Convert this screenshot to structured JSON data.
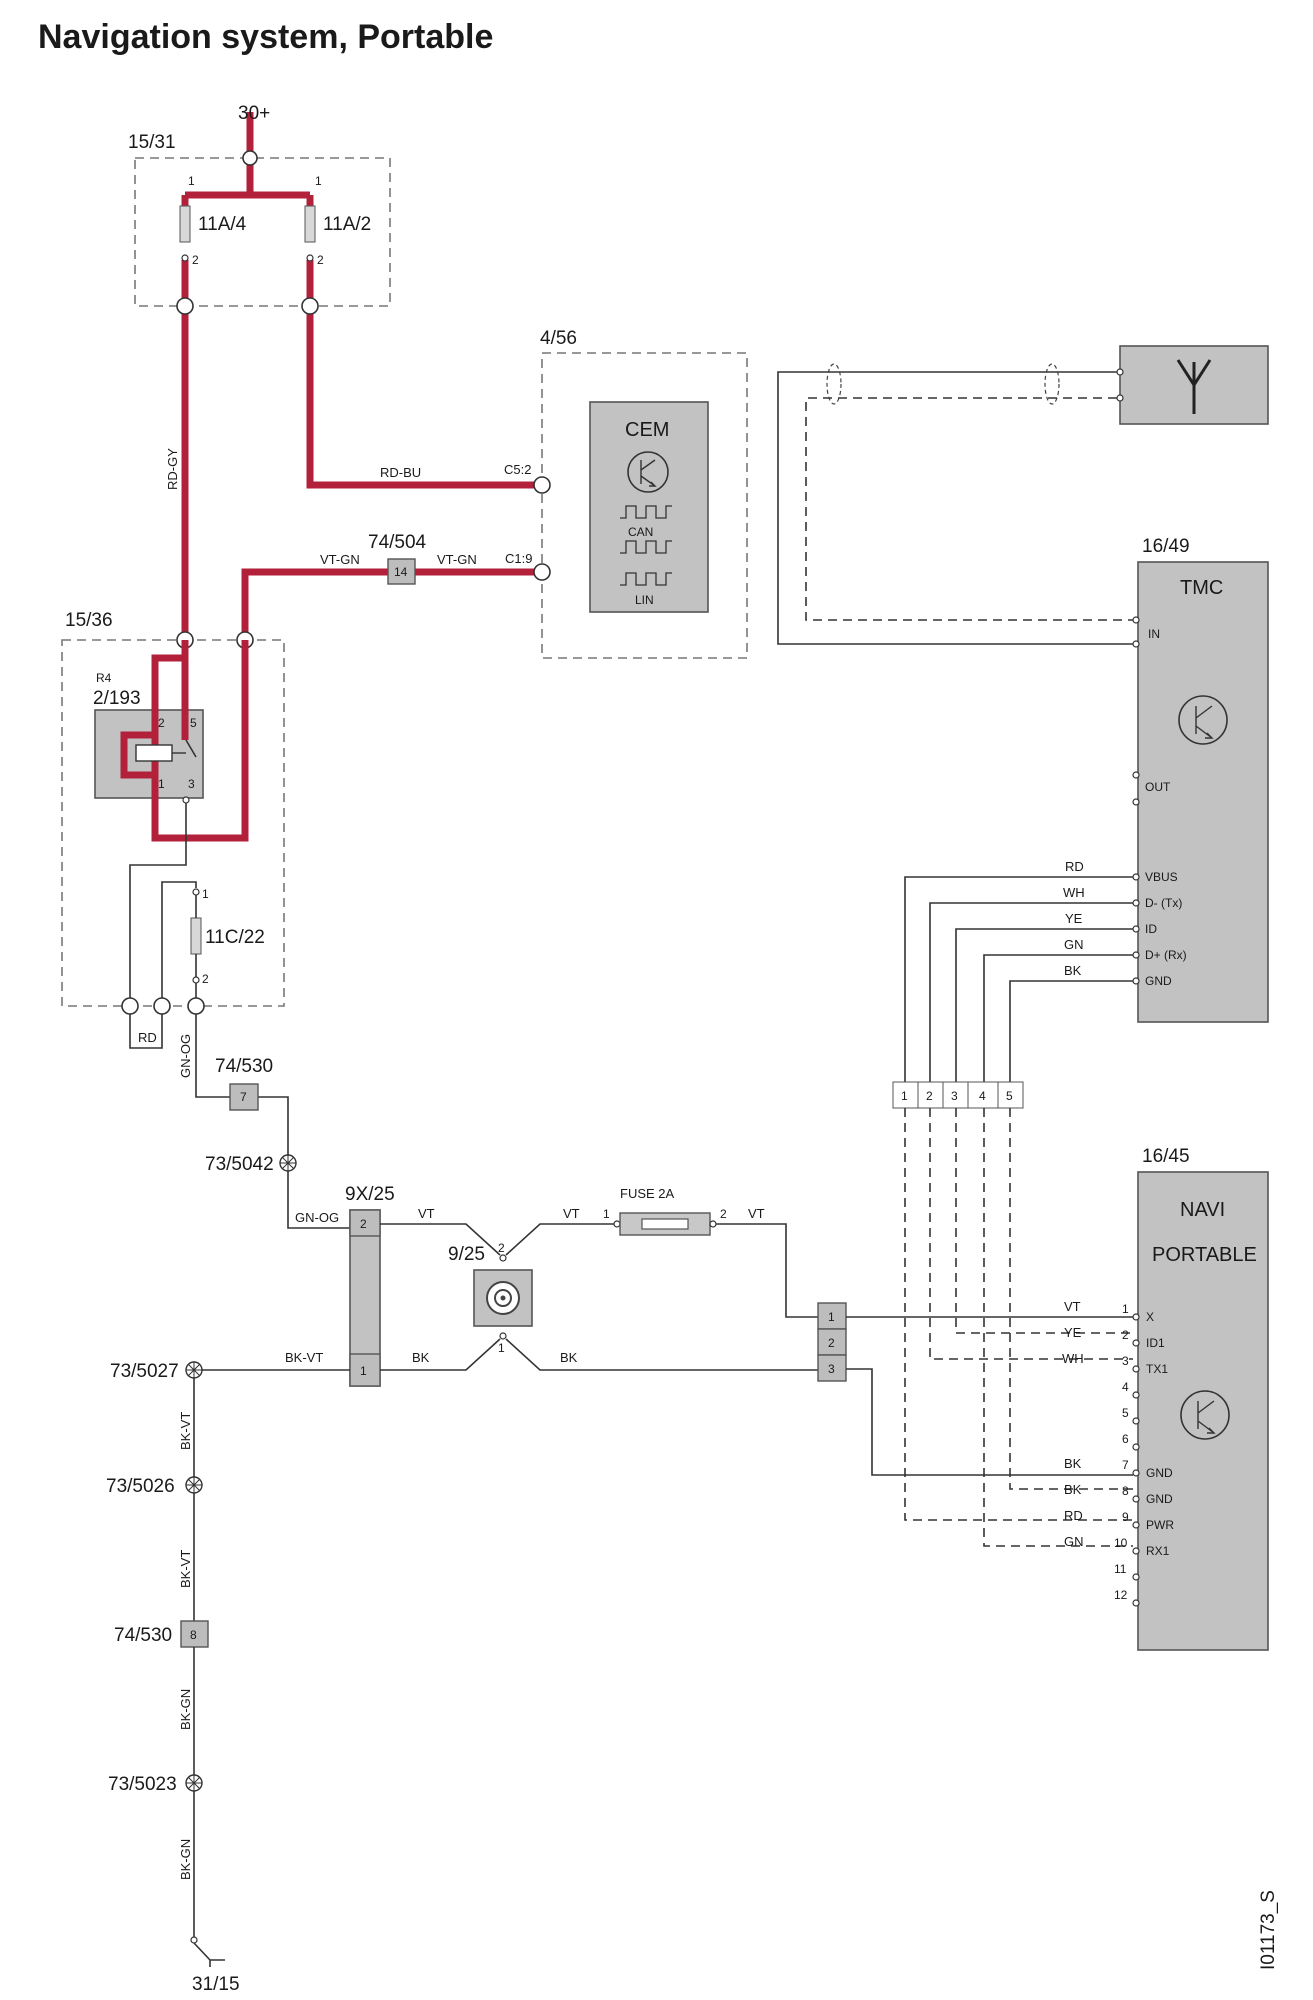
{
  "title": "Navigation system, Portable",
  "image_id": "I01173_S",
  "components": {
    "supply": "30+",
    "fuse_box_1": "15/31",
    "fuse_a": "11A/4",
    "fuse_b": "11A/2",
    "relay_box": "15/36",
    "relay_name": "R4",
    "relay_id": "2/193",
    "fuse_c": "11C/22",
    "cem_module": "4/56",
    "cem_label": "CEM",
    "cem_can": "CAN",
    "cem_lin": "LIN",
    "cem_pin_c5": "C5:2",
    "cem_pin_c1": "C1:9",
    "splice_504": "74/504",
    "splice_504_pin": "14",
    "tmc_module": "16/49",
    "tmc_label": "TMC",
    "navi_module": "16/45",
    "navi_label_1": "NAVI",
    "navi_label_2": "PORTABLE",
    "conn_530_top": "74/530",
    "conn_530_top_pin": "7",
    "gnd_5042": "73/5042",
    "conn_9x25": "9X/25",
    "conn_925": "9/25",
    "fuse_2a": "FUSE 2A",
    "gnd_5027": "73/5027",
    "gnd_5026": "73/5026",
    "conn_530_bot": "74/530",
    "conn_530_bot_pin": "8",
    "gnd_5023": "73/5023",
    "ground": "31/15"
  },
  "wire_colors": {
    "rd_gy": "RD-GY",
    "rd_bu": "RD-BU",
    "vt_gn": "VT-GN",
    "rd": "RD",
    "gn_og": "GN-OG",
    "vt": "VT",
    "bk_vt": "BK-VT",
    "bk": "BK",
    "bk_gn": "BK-GN",
    "wh": "WH",
    "ye": "YE",
    "gn": "GN"
  },
  "pin_numbers": {
    "p1": "1",
    "p2": "2",
    "p3": "3",
    "p4": "4",
    "p5": "5",
    "p6": "6",
    "p7": "7",
    "p8": "8",
    "p9": "9",
    "p10": "10",
    "p11": "11",
    "p12": "12"
  },
  "tmc_pins": {
    "in": "IN",
    "out": "OUT",
    "vbus": "VBUS",
    "dminus": "D- (Tx)",
    "id": "ID",
    "dplus": "D+ (Rx)",
    "gnd": "GND"
  },
  "navi_pins": {
    "x": "X",
    "id1": "ID1",
    "tx1": "TX1",
    "gnd": "GND",
    "pwr": "PWR",
    "rx1": "RX1"
  },
  "colors": {
    "power_wire": "#b3203a",
    "component_fill": "#c2c2c2"
  }
}
